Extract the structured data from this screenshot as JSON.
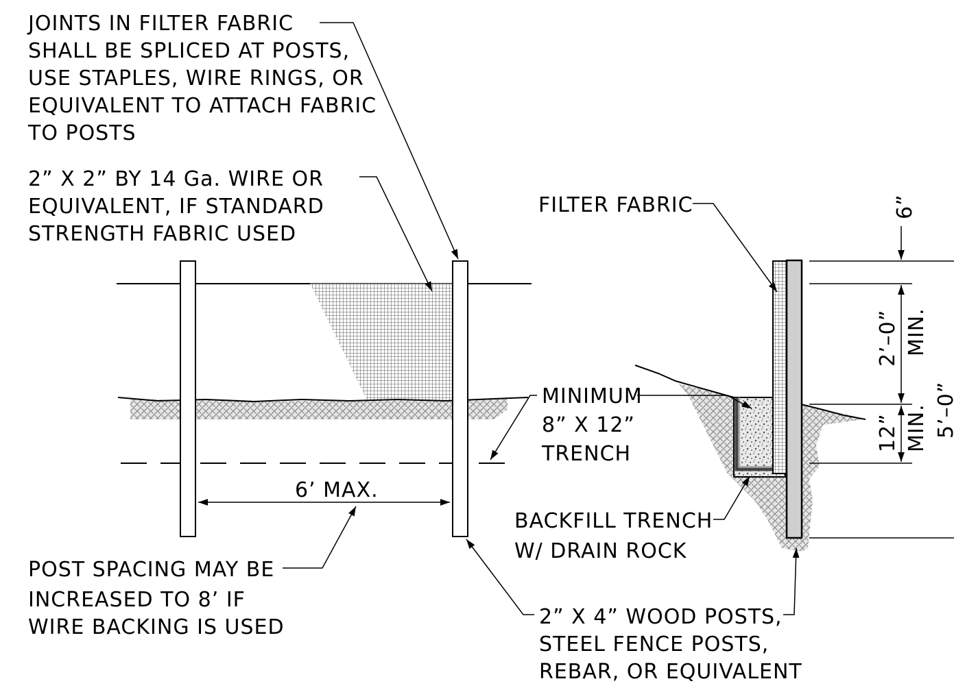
{
  "notes": {
    "joints": [
      "JOINTS IN FILTER FABRIC",
      "SHALL BE SPLICED AT POSTS,",
      "USE STAPLES, WIRE RINGS, OR",
      "EQUIVALENT TO ATTACH FABRIC",
      "TO POSTS"
    ],
    "wire": [
      "2” X 2” BY 14 Ga. WIRE OR",
      "EQUIVALENT, IF STANDARD",
      "STRENGTH FABRIC USED"
    ],
    "filter_fabric": "FILTER FABRIC",
    "minimum_trench": [
      "MINIMUM",
      "8” X 12”",
      "TRENCH"
    ],
    "backfill": [
      "BACKFILL TRENCH",
      "W/ DRAIN ROCK"
    ],
    "post_spacing": [
      "POST SPACING MAY BE",
      "INCREASED TO 8’ IF",
      "WIRE BACKING IS USED"
    ],
    "posts": [
      "2” X 4” WOOD POSTS,",
      "STEEL FENCE POSTS,",
      "REBAR, OR EQUIVALENT"
    ]
  },
  "dimensions": {
    "spacing": "6’ MAX.",
    "top": "6”",
    "fabric_height": "2’–0”",
    "fabric_height_min": "MIN.",
    "trench_depth": "12”",
    "trench_depth_min": "MIN.",
    "total": "5’–0”"
  }
}
